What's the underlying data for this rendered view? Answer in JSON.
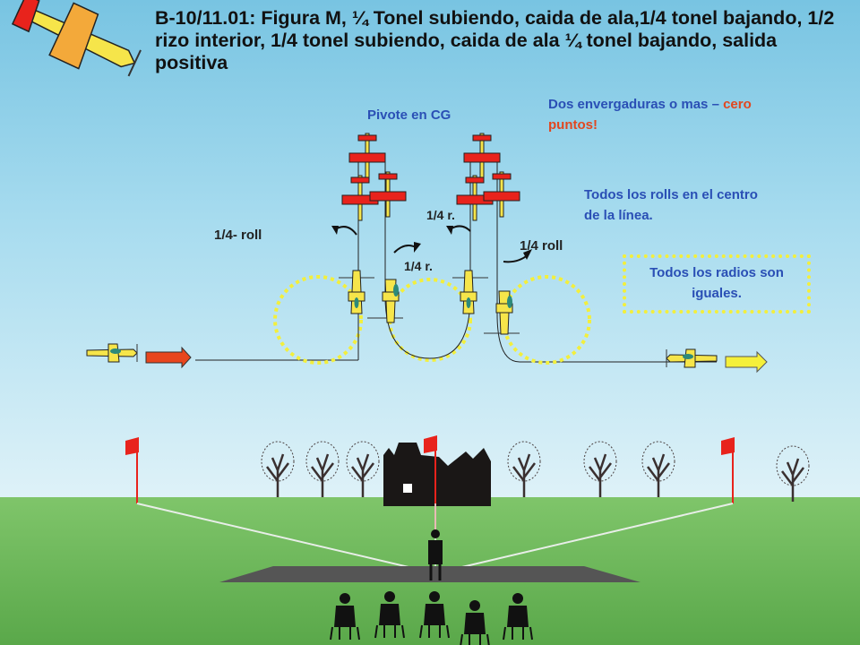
{
  "title": "B-10/11.01: Figura M, ¼ Tonel subiendo, caida de ala,1/4 tonel bajando, 1/2 rizo interior, 1/4 tonel subiendo, caida de ala ¼ tonel bajando, salida positiva",
  "labels": {
    "pivot": "Pivote en CG",
    "roll_left": "1/4- roll",
    "r_top": "1/4 r.",
    "r_mid": "1/4 r.",
    "roll_right": "1/4 roll"
  },
  "notes": {
    "spans_blue": "Dos envergaduras o mas –",
    "spans_red_1": "cero",
    "spans_red_2": "puntos!",
    "center": "Todos los rolls en el centro de la línea.",
    "radii": "Todos los radios son iguales."
  },
  "colors": {
    "note_blue": "#2a4fb5",
    "note_red": "#e2471f",
    "loop_yellow": "#f3ef3c",
    "entry_arrow": "#e8461e",
    "exit_arrow": "#f5f03a",
    "plane_yellow": "#f6e54a",
    "plane_red": "#e8231c"
  },
  "icons": [
    "aerobatic-plane-icon",
    "red-flag-icon",
    "tree-icon",
    "castle-icon",
    "pilot-icon",
    "spectator-icon"
  ]
}
